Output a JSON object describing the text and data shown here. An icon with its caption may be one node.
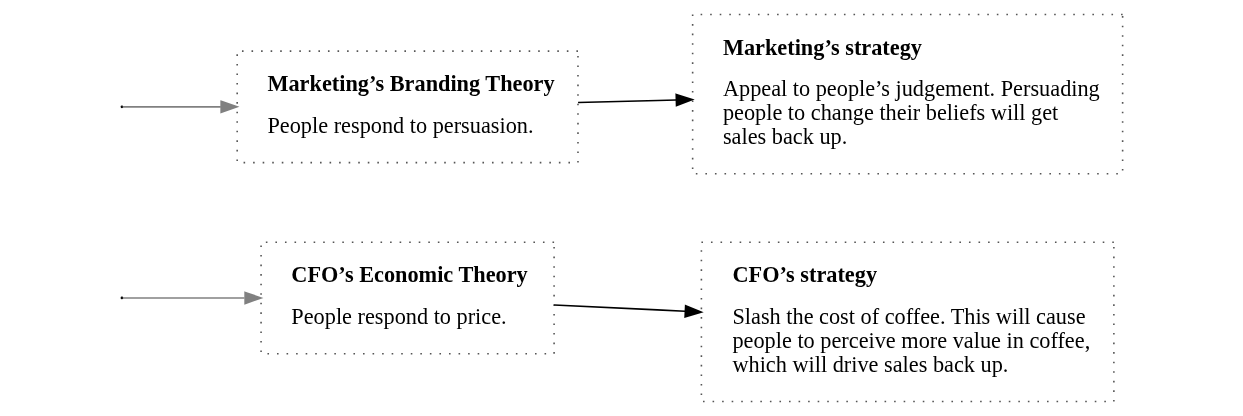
{
  "diagram": {
    "nodes": [
      {
        "text": [
          "Marketing’s Branding Theory",
          "People respond to persuasion."
        ]
      },
      {
        "text": [
          "Marketing’s strategy",
          "Appeal to people’s judgement. Persuading people to change their beliefs will get sales back up."
        ]
      },
      {
        "text": [
          "CFO’s Economic Theory",
          "People respond to price."
        ]
      },
      {
        "text": [
          "CFO’s strategy",
          "Slash the cost of coffee. This will cause people to perceive more value in coffee, which will drive sales back up."
        ]
      }
    ],
    "edges": [
      {
        "from": null,
        "to": 0,
        "arrow": "to",
        "color": "#808080"
      },
      {
        "from": null,
        "to": 2,
        "arrow": "to",
        "color": "#808080"
      },
      {
        "from": 0,
        "to": 1,
        "arrow": "to",
        "color": "#000000"
      },
      {
        "from": 2,
        "to": 3,
        "arrow": "to",
        "color": "#000000"
      }
    ]
  }
}
